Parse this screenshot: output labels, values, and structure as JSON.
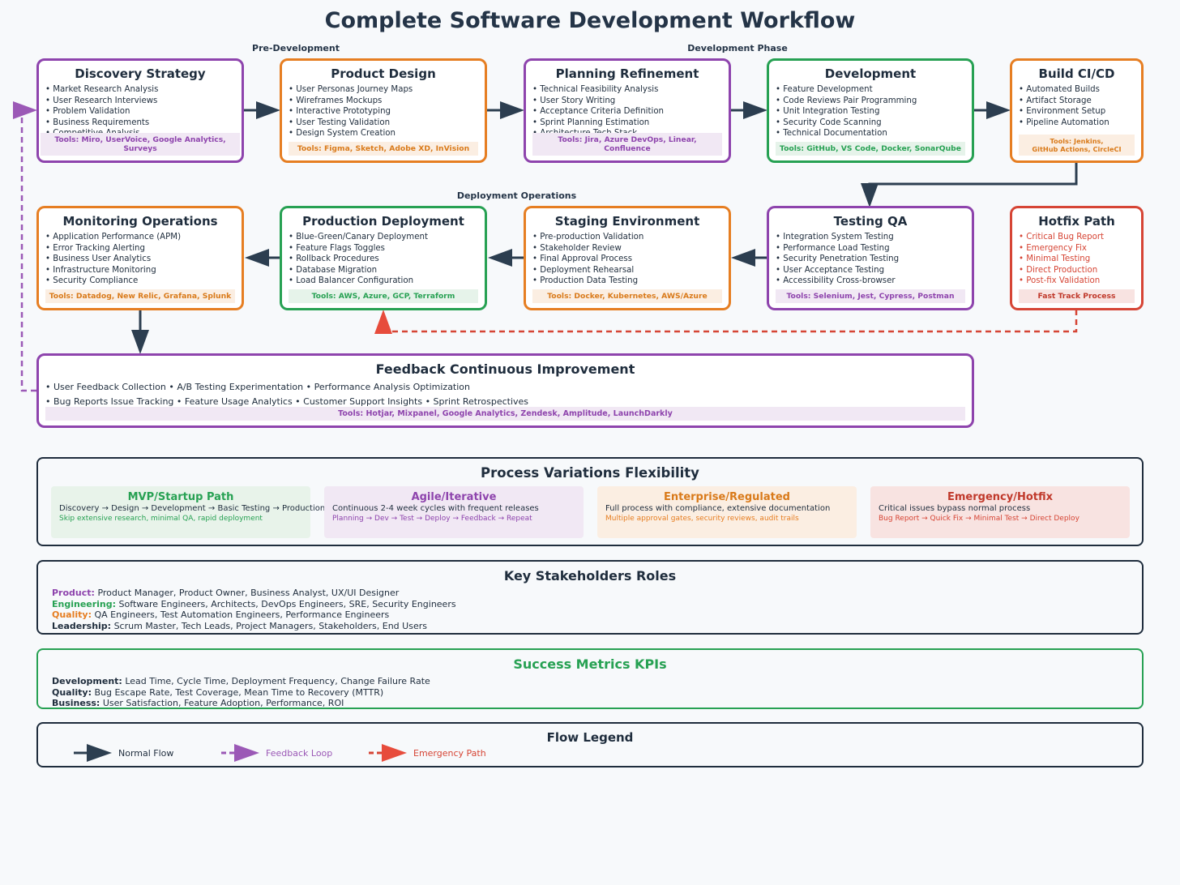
{
  "title": "Complete Software Development Workflow",
  "sections": {
    "pre_development": "Pre-Development",
    "development_phase": "Development Phase",
    "deployment_operations": "Deployment Operations"
  },
  "colors": {
    "purple": "#8e44ad",
    "orange": "#e67e22",
    "green": "#27a153",
    "red": "#d64535",
    "navy": "#2c3e50"
  },
  "stages": {
    "discovery": {
      "title": "Discovery Strategy",
      "items": [
        "Market Research Analysis",
        "User Research Interviews",
        "Problem Validation",
        "Business Requirements",
        "Competitive Analysis"
      ],
      "tools": "Tools: Miro, UserVoice, Google Analytics, Surveys"
    },
    "design": {
      "title": "Product Design",
      "items": [
        "User Personas Journey Maps",
        "Wireframes Mockups",
        "Interactive Prototyping",
        "User Testing Validation",
        "Design System Creation"
      ],
      "tools": "Tools: Figma, Sketch, Adobe XD, InVision"
    },
    "planning": {
      "title": "Planning Refinement",
      "items": [
        "Technical Feasibility Analysis",
        "User Story Writing",
        "Acceptance Criteria Definition",
        "Sprint Planning Estimation",
        "Architecture Tech Stack"
      ],
      "tools": "Tools: Jira, Azure DevOps, Linear, Confluence"
    },
    "development": {
      "title": "Development",
      "items": [
        "Feature Development",
        "Code Reviews Pair Programming",
        "Unit Integration Testing",
        "Security Code Scanning",
        "Technical Documentation"
      ],
      "tools": "Tools: GitHub, VS Code, Docker, SonarQube"
    },
    "build": {
      "title": "Build CI/CD",
      "items": [
        "Automated Builds",
        "Artifact Storage",
        "Environment Setup",
        "Pipeline Automation"
      ],
      "tools_line1": "Tools: Jenkins,",
      "tools_line2": "GitHub Actions, CircleCI"
    },
    "monitoring": {
      "title": "Monitoring Operations",
      "items": [
        "Application Performance (APM)",
        "Error Tracking Alerting",
        "Business User Analytics",
        "Infrastructure Monitoring",
        "Security Compliance"
      ],
      "tools": "Tools: Datadog, New Relic, Grafana, Splunk"
    },
    "production": {
      "title": "Production Deployment",
      "items": [
        "Blue-Green/Canary Deployment",
        "Feature Flags Toggles",
        "Rollback Procedures",
        "Database Migration",
        "Load Balancer Configuration"
      ],
      "tools": "Tools: AWS, Azure, GCP, Terraform"
    },
    "staging": {
      "title": "Staging Environment",
      "items": [
        "Pre-production Validation",
        "Stakeholder Review",
        "Final Approval Process",
        "Deployment Rehearsal",
        "Production Data Testing"
      ],
      "tools": "Tools: Docker, Kubernetes, AWS/Azure"
    },
    "testing": {
      "title": "Testing QA",
      "items": [
        "Integration System Testing",
        "Performance Load Testing",
        "Security Penetration Testing",
        "User Acceptance Testing",
        "Accessibility Cross-browser"
      ],
      "tools": "Tools: Selenium, Jest, Cypress, Postman"
    },
    "hotfix": {
      "title": "Hotfix Path",
      "items": [
        "Critical Bug Report",
        "Emergency Fix",
        "Minimal Testing",
        "Direct Production",
        "Post-fix Validation"
      ],
      "tools": "Fast Track Process"
    }
  },
  "feedback": {
    "title": "Feedback Continuous Improvement",
    "line1": "• User Feedback Collection • A/B Testing Experimentation • Performance Analysis Optimization",
    "line2": "• Bug Reports Issue Tracking • Feature Usage Analytics • Customer Support Insights • Sprint Retrospectives",
    "tools": "Tools: Hotjar, Mixpanel, Google Analytics, Zendesk, Amplitude, LaunchDarkly"
  },
  "variations": {
    "title": "Process Variations Flexibility",
    "items": [
      {
        "title": "MVP/Startup Path",
        "desc": "Discovery → Design → Development → Basic Testing → Production",
        "note": "Skip extensive research, minimal QA, rapid deployment"
      },
      {
        "title": "Agile/Iterative",
        "desc": "Continuous 2-4 week cycles with frequent releases",
        "note": "Planning → Dev → Test → Deploy → Feedback → Repeat"
      },
      {
        "title": "Enterprise/Regulated",
        "desc": "Full process with compliance, extensive documentation",
        "note": "Multiple approval gates, security reviews, audit trails"
      },
      {
        "title": "Emergency/Hotfix",
        "desc": "Critical issues bypass normal process",
        "note": "Bug Report → Quick Fix → Minimal Test → Direct Deploy"
      }
    ]
  },
  "stakeholders": {
    "title": "Key Stakeholders Roles",
    "rows": [
      {
        "label": "Product:",
        "text": "Product Manager, Product Owner, Business Analyst, UX/UI Designer"
      },
      {
        "label": "Engineering:",
        "text": "Software Engineers, Architects, DevOps Engineers, SRE, Security Engineers"
      },
      {
        "label": "Quality:",
        "text": "QA Engineers, Test Automation Engineers, Performance Engineers"
      },
      {
        "label": "Leadership:",
        "text": "Scrum Master, Tech Leads, Project Managers, Stakeholders, End Users"
      }
    ]
  },
  "metrics": {
    "title": "Success Metrics KPIs",
    "rows": [
      {
        "label": "Development:",
        "text": "Lead Time, Cycle Time, Deployment Frequency, Change Failure Rate"
      },
      {
        "label": "Quality:",
        "text": "Bug Escape Rate, Test Coverage, Mean Time to Recovery (MTTR)"
      },
      {
        "label": "Business:",
        "text": "User Satisfaction, Feature Adoption, Performance, ROI"
      }
    ]
  },
  "legend": {
    "title": "Flow Legend",
    "normal": "Normal Flow",
    "feedback": "Feedback Loop",
    "emergency": "Emergency Path"
  }
}
